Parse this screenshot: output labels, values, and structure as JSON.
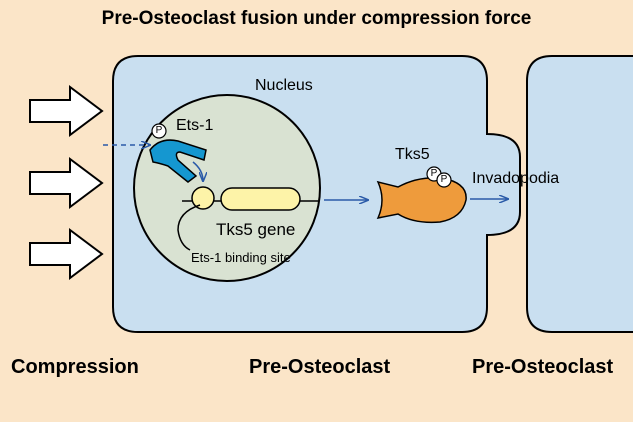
{
  "title": "Pre-Osteoclast fusion under compression force",
  "labels": {
    "nucleus": "Nucleus",
    "ets1": "Ets-1",
    "tks5_gene": "Tks5 gene",
    "ets1_binding_site": "Ets-1 binding site",
    "tks5": "Tks5",
    "invadopodia": "Invadopodia",
    "phospho": "P"
  },
  "bottom_labels": {
    "compression": "Compression",
    "pre_osteoclast_left": "Pre-Osteoclast",
    "pre_osteoclast_right": "Pre-Osteoclast"
  },
  "colors": {
    "background": "#fbe5c8",
    "cell_fill": "#c9dff0",
    "nucleus_fill": "#d9e2d2",
    "gene_fill": "#fdf3a8",
    "tks5_protein": "#ee9b3c",
    "ets1_protein": "#1597d0",
    "arrow_blue": "#2a5aa8"
  }
}
